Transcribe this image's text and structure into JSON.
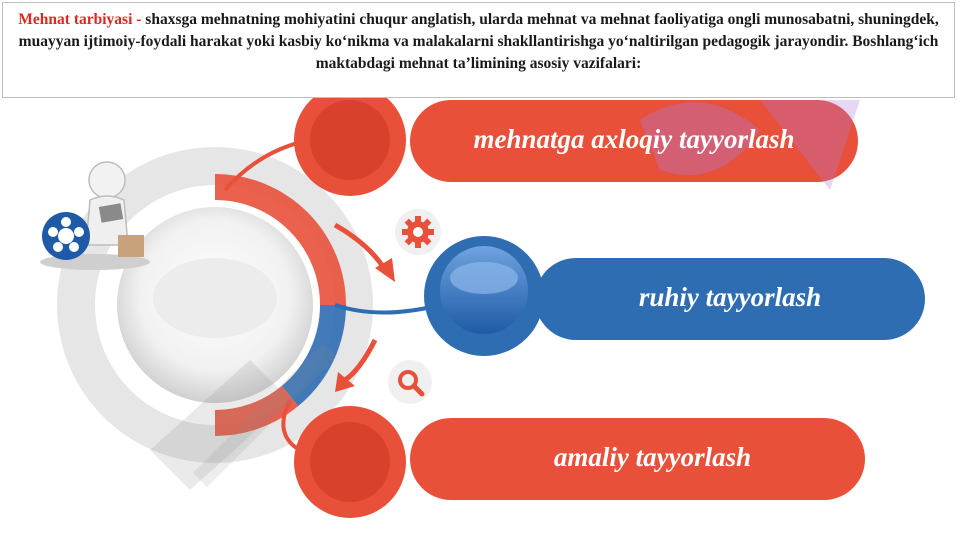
{
  "header": {
    "term": "Mehnat tarbiyasi -",
    "definition": " shaxsga mehnatning mohiyatini chuqur anglatish, ularda mehnat va mehnat faoliyatiga ongli munosabatni, shuningdek, muayyan ijtimoiy-foydali harakat yoki kasbiy ko‘nikma va malakalarni shakllantirishga yo‘naltirilgan pedagogik jarayondir. Boshlang‘ich maktabdagi mehnat ta’limining asosiy vazifalari:"
  },
  "items": [
    {
      "label": "mehnatga axloqiy tayyorlash",
      "color": "#e8503a"
    },
    {
      "label": "ruhiy tayyorlash",
      "color": "#2f6db3"
    },
    {
      "label": "amaliy tayyorlash",
      "color": "#e8503a"
    }
  ],
  "icons": {
    "gear": "gear-icon",
    "search": "magnifier-icon",
    "person": "person-with-film-reel-icon"
  },
  "colors": {
    "red": "#e8503a",
    "blue": "#2f6db3",
    "grey": "#d9d9d9"
  }
}
